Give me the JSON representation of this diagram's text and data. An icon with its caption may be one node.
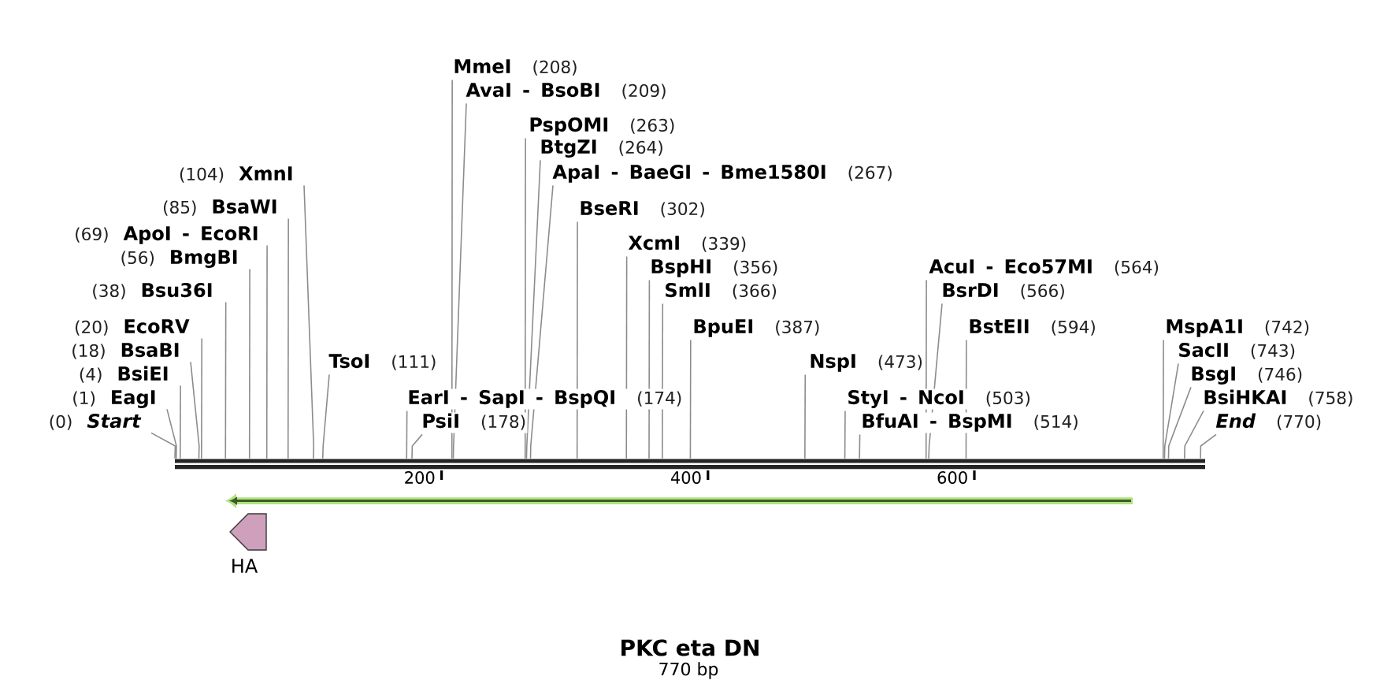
{
  "diagram": {
    "title": "PKC eta DN",
    "caption": "770 bp",
    "nodes": [
      {
        "text": [
          "MmeI",
          "(208)"
        ]
      },
      {
        "text": [
          "AvaI - BsoBI",
          "(209)"
        ]
      },
      {
        "text": [
          "PspOMI",
          "(263)"
        ]
      },
      {
        "text": [
          "BtgZI",
          "(264)"
        ]
      },
      {
        "text": [
          "(104)",
          "XmnI"
        ]
      },
      {
        "text": [
          "ApaI - BaeGI - Bme1580I",
          "(267)"
        ]
      },
      {
        "text": [
          "(85)",
          "BsaWI"
        ]
      },
      {
        "text": [
          "BseRI",
          "(302)"
        ]
      },
      {
        "text": [
          "(69)",
          "ApoI - EcoRI"
        ]
      },
      {
        "text": [
          "XcmI",
          "(339)"
        ]
      },
      {
        "text": [
          "(56)",
          "BmgBI"
        ]
      },
      {
        "text": [
          "BspHI",
          "(356)"
        ]
      },
      {
        "text": [
          "AcuI - Eco57MI",
          "(564)"
        ]
      },
      {
        "text": [
          "(38)",
          "Bsu36I"
        ]
      },
      {
        "text": [
          "SmlI",
          "(366)"
        ]
      },
      {
        "text": [
          "BsrDI",
          "(566)"
        ]
      },
      {
        "text": [
          "(20)",
          "EcoRV"
        ]
      },
      {
        "text": [
          "BpuEI",
          "(387)"
        ]
      },
      {
        "text": [
          "BstEII",
          "(594)"
        ]
      },
      {
        "text": [
          "MspA1I",
          "(742)"
        ]
      },
      {
        "text": [
          "(18)",
          "BsaBI"
        ]
      },
      {
        "text": [
          "SacII",
          "(743)"
        ]
      },
      {
        "text": [
          "TsoI",
          "(111)"
        ]
      },
      {
        "text": [
          "NspI",
          "(473)"
        ]
      },
      {
        "text": [
          "(4)",
          "BsiEI"
        ]
      },
      {
        "text": [
          "BsgI",
          "(746)"
        ]
      },
      {
        "text": [
          "(1)",
          "EagI"
        ]
      },
      {
        "text": [
          "EarI - SapI - BspQI",
          "(174)"
        ]
      },
      {
        "text": [
          "StyI - NcoI",
          "(503)"
        ]
      },
      {
        "text": [
          "BsiHKAI",
          "(758)"
        ]
      },
      {
        "text": [
          "(0)",
          "Start"
        ]
      },
      {
        "text": [
          "PsiI",
          "(178)"
        ]
      },
      {
        "text": [
          "BfuAI - BspMI",
          "(514)"
        ]
      },
      {
        "text": [
          "End",
          "(770)"
        ]
      },
      {
        "text": [],
        "shape": "bar"
      },
      {
        "text": [
          "HA"
        ]
      }
    ],
    "edges": [
      {
        "from": 0,
        "to": 34,
        "arrow": "none"
      },
      {
        "from": 1,
        "to": 34,
        "arrow": "none"
      },
      {
        "from": 2,
        "to": 34,
        "arrow": "none"
      },
      {
        "from": 3,
        "to": 34,
        "arrow": "none"
      },
      {
        "from": 4,
        "to": 34,
        "arrow": "none"
      },
      {
        "from": 5,
        "to": 34,
        "arrow": "none"
      },
      {
        "from": 6,
        "to": 34,
        "arrow": "none"
      },
      {
        "from": 7,
        "to": 34,
        "arrow": "none"
      },
      {
        "from": 8,
        "to": 34,
        "arrow": "none"
      },
      {
        "from": 9,
        "to": 34,
        "arrow": "none"
      },
      {
        "from": 10,
        "to": 34,
        "arrow": "none"
      },
      {
        "from": 11,
        "to": 34,
        "arrow": "none"
      },
      {
        "from": 12,
        "to": 34,
        "arrow": "none"
      },
      {
        "from": 13,
        "to": 34,
        "arrow": "none"
      },
      {
        "from": 14,
        "to": 34,
        "arrow": "none"
      },
      {
        "from": 15,
        "to": 34,
        "arrow": "none"
      },
      {
        "from": 16,
        "to": 34,
        "arrow": "none"
      },
      {
        "from": 17,
        "to": 34,
        "arrow": "none"
      },
      {
        "from": 18,
        "to": 34,
        "arrow": "none"
      },
      {
        "from": 19,
        "to": 34,
        "arrow": "none"
      },
      {
        "from": 20,
        "to": 34,
        "arrow": "none"
      },
      {
        "from": 21,
        "to": 34,
        "arrow": "none"
      },
      {
        "from": 22,
        "to": 34,
        "arrow": "none"
      },
      {
        "from": 23,
        "to": 34,
        "arrow": "none"
      },
      {
        "from": 24,
        "to": 34,
        "arrow": "none"
      },
      {
        "from": 25,
        "to": 34,
        "arrow": "none"
      },
      {
        "from": 26,
        "to": 34,
        "arrow": "none"
      },
      {
        "from": 27,
        "to": 34,
        "arrow": "none"
      },
      {
        "from": 28,
        "to": 34,
        "arrow": "none"
      },
      {
        "from": 29,
        "to": 34,
        "arrow": "none"
      },
      {
        "from": 30,
        "to": 34,
        "arrow": "none"
      },
      {
        "from": 31,
        "to": 34,
        "arrow": "none"
      },
      {
        "from": 32,
        "to": 34,
        "arrow": "none"
      },
      {
        "from": 33,
        "to": 34,
        "arrow": "none"
      }
    ],
    "labels": [
      "200",
      "400",
      "600"
    ]
  }
}
